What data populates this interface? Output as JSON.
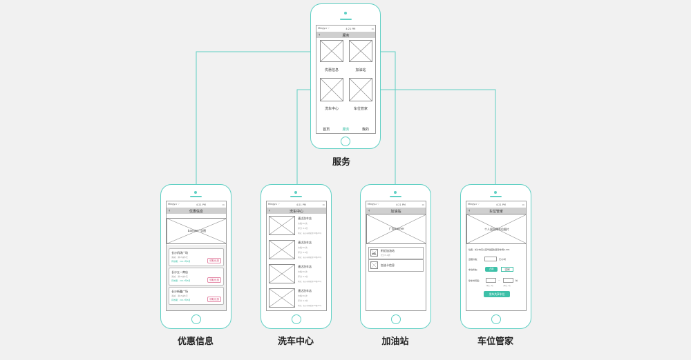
{
  "status_bar": {
    "carrier": "Mingyu ⌔",
    "time": "4:21 PM",
    "battery": "▭"
  },
  "main_phone": {
    "caption": "服务",
    "nav_title": "服务",
    "tiles": [
      {
        "label": "优惠信息"
      },
      {
        "label": "加油站"
      },
      {
        "label": "洗车中心"
      },
      {
        "label": "车位管家"
      }
    ],
    "tabs": [
      {
        "label": "首页"
      },
      {
        "label": "服务"
      },
      {
        "label": "我的"
      }
    ]
  },
  "coupon_phone": {
    "caption": "优惠信息",
    "nav_title": "优惠信息",
    "banner_label": "banner广告图",
    "cards": [
      {
        "name": "长沙机场广场",
        "sub": "满减、满15减5元",
        "valid": "有效期：2017年8月",
        "button": "领取优惠"
      },
      {
        "name": "长沙五一商店",
        "sub": "满减、满15减5元",
        "valid": "有效期：2017年8月",
        "button": "领取优惠"
      },
      {
        "name": "长沙新鑫广场",
        "sub": "满减、满15减5元",
        "valid": "有效期：2017年8月",
        "button": "领取优惠"
      }
    ]
  },
  "wash_phone": {
    "caption": "洗车中心",
    "nav_title": "洗车中心",
    "items": [
      {
        "name": "速达洗车店",
        "price": "价格70/次",
        "rating": "评分 4.9分",
        "addr": "地址：长沙市雨花区XX路XX号"
      },
      {
        "name": "速达洗车店",
        "price": "价格70/次",
        "rating": "评分 4.9分",
        "addr": "地址：长沙市雨花区XX路XX号"
      },
      {
        "name": "速达洗车店",
        "price": "价格70/次",
        "rating": "评分 4.9分",
        "addr": "地址：长沙市雨花区XX路XX号"
      },
      {
        "name": "速达洗车店",
        "price": "价格70/次",
        "rating": "评分 4.9分",
        "addr": "地址：长沙市雨花区XX路XX号"
      }
    ]
  },
  "gas_phone": {
    "caption": "加油站",
    "nav_title": "加油站",
    "banner_label": "广告banner",
    "rows": [
      {
        "icon": "地图",
        "label": "附近加油站",
        "sub": "长沙5.9折"
      },
      {
        "icon": "",
        "label": "加油卡信息",
        "sub": ""
      }
    ]
  },
  "parking_phone": {
    "caption": "车位管家",
    "nav_title": "车位管家",
    "banner_label": "个人居民停车位图片",
    "location": "位置：长沙市天心区华晨园社区停车场A-001",
    "price_label": "出租价格：",
    "price_unit": "元/小时",
    "status_label": "车位状态：",
    "status_on": "占用",
    "status_off": "空闲",
    "time_label": "停车时间段：",
    "time_sep": "一",
    "time_unit": "时",
    "start_hint": "（单位：时）",
    "end_hint": "（单位：时）",
    "submit": "发布共享车位"
  }
}
